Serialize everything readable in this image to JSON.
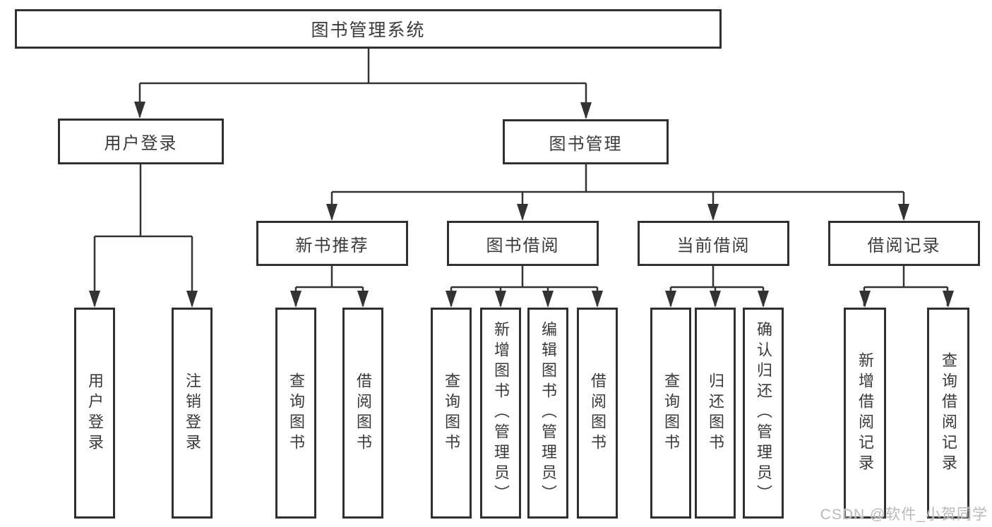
{
  "diagram": {
    "label": "图书管理系统",
    "children": [
      {
        "label": "用户登录",
        "children": [
          {
            "label": "用户登录"
          },
          {
            "label": "注销登录"
          }
        ]
      },
      {
        "label": "图书管理",
        "children": [
          {
            "label": "新书推荐",
            "children": [
              {
                "label": "查询图书"
              },
              {
                "label": "借阅图书"
              }
            ]
          },
          {
            "label": "图书借阅",
            "children": [
              {
                "label": "查询图书"
              },
              {
                "label": "新增图书（管理员）"
              },
              {
                "label": "编辑图书（管理员）"
              },
              {
                "label": "借阅图书"
              }
            ]
          },
          {
            "label": "当前借阅",
            "children": [
              {
                "label": "查询图书"
              },
              {
                "label": "归还图书"
              },
              {
                "label": "确认归还（管理员）"
              }
            ]
          },
          {
            "label": "借阅记录",
            "children": [
              {
                "label": "新增借阅记录"
              },
              {
                "label": "查询借阅记录"
              }
            ]
          }
        ]
      }
    ]
  },
  "watermark": {
    "text": "CSDN @软件_小贺同学"
  },
  "style": {
    "line_color": "#333333",
    "box_border_color": "#2f2f2f",
    "text_color": "#3a3a3a",
    "watermark_color": "#b9b9b9",
    "background": "#ffffff"
  }
}
